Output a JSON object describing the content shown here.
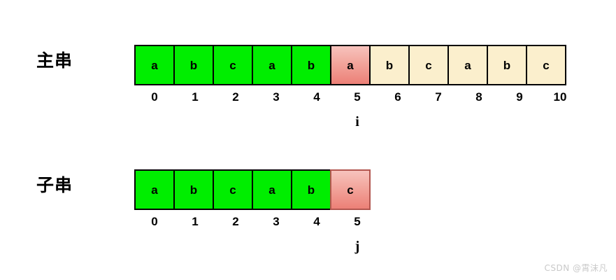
{
  "figure": {
    "title": "string-matching-pointer-diagram",
    "background": "#ffffff",
    "colors": {
      "matched": "#00ee00",
      "mismatch_top": "#f7c3bd",
      "mismatch_bottom": "#ec8077",
      "unmatched": "#fbefcd",
      "border": "#000000",
      "mismatch_border": "#b2564f",
      "watermark": "#c9c9c9"
    }
  },
  "rows": [
    {
      "label": "主串",
      "name": "main-string",
      "cells": [
        {
          "char": "a",
          "index": "0",
          "state": "matched"
        },
        {
          "char": "b",
          "index": "1",
          "state": "matched"
        },
        {
          "char": "c",
          "index": "2",
          "state": "matched"
        },
        {
          "char": "a",
          "index": "3",
          "state": "matched"
        },
        {
          "char": "b",
          "index": "4",
          "state": "matched"
        },
        {
          "char": "a",
          "index": "5",
          "state": "mismatch"
        },
        {
          "char": "b",
          "index": "6",
          "state": "unmatched"
        },
        {
          "char": "c",
          "index": "7",
          "state": "unmatched"
        },
        {
          "char": "a",
          "index": "8",
          "state": "unmatched"
        },
        {
          "char": "b",
          "index": "9",
          "state": "unmatched"
        },
        {
          "char": "c",
          "index": "10",
          "state": "unmatched"
        }
      ],
      "pointer": {
        "label": "i",
        "at_index": 5
      }
    },
    {
      "label": "子串",
      "name": "sub-string",
      "cells": [
        {
          "char": "a",
          "index": "0",
          "state": "matched"
        },
        {
          "char": "b",
          "index": "1",
          "state": "matched"
        },
        {
          "char": "c",
          "index": "2",
          "state": "matched"
        },
        {
          "char": "a",
          "index": "3",
          "state": "matched"
        },
        {
          "char": "b",
          "index": "4",
          "state": "matched"
        },
        {
          "char": "c",
          "index": "5",
          "state": "mismatch"
        }
      ],
      "pointer": {
        "label": "j",
        "at_index": 5
      }
    }
  ],
  "watermark": "CSDN @霄沫凡"
}
